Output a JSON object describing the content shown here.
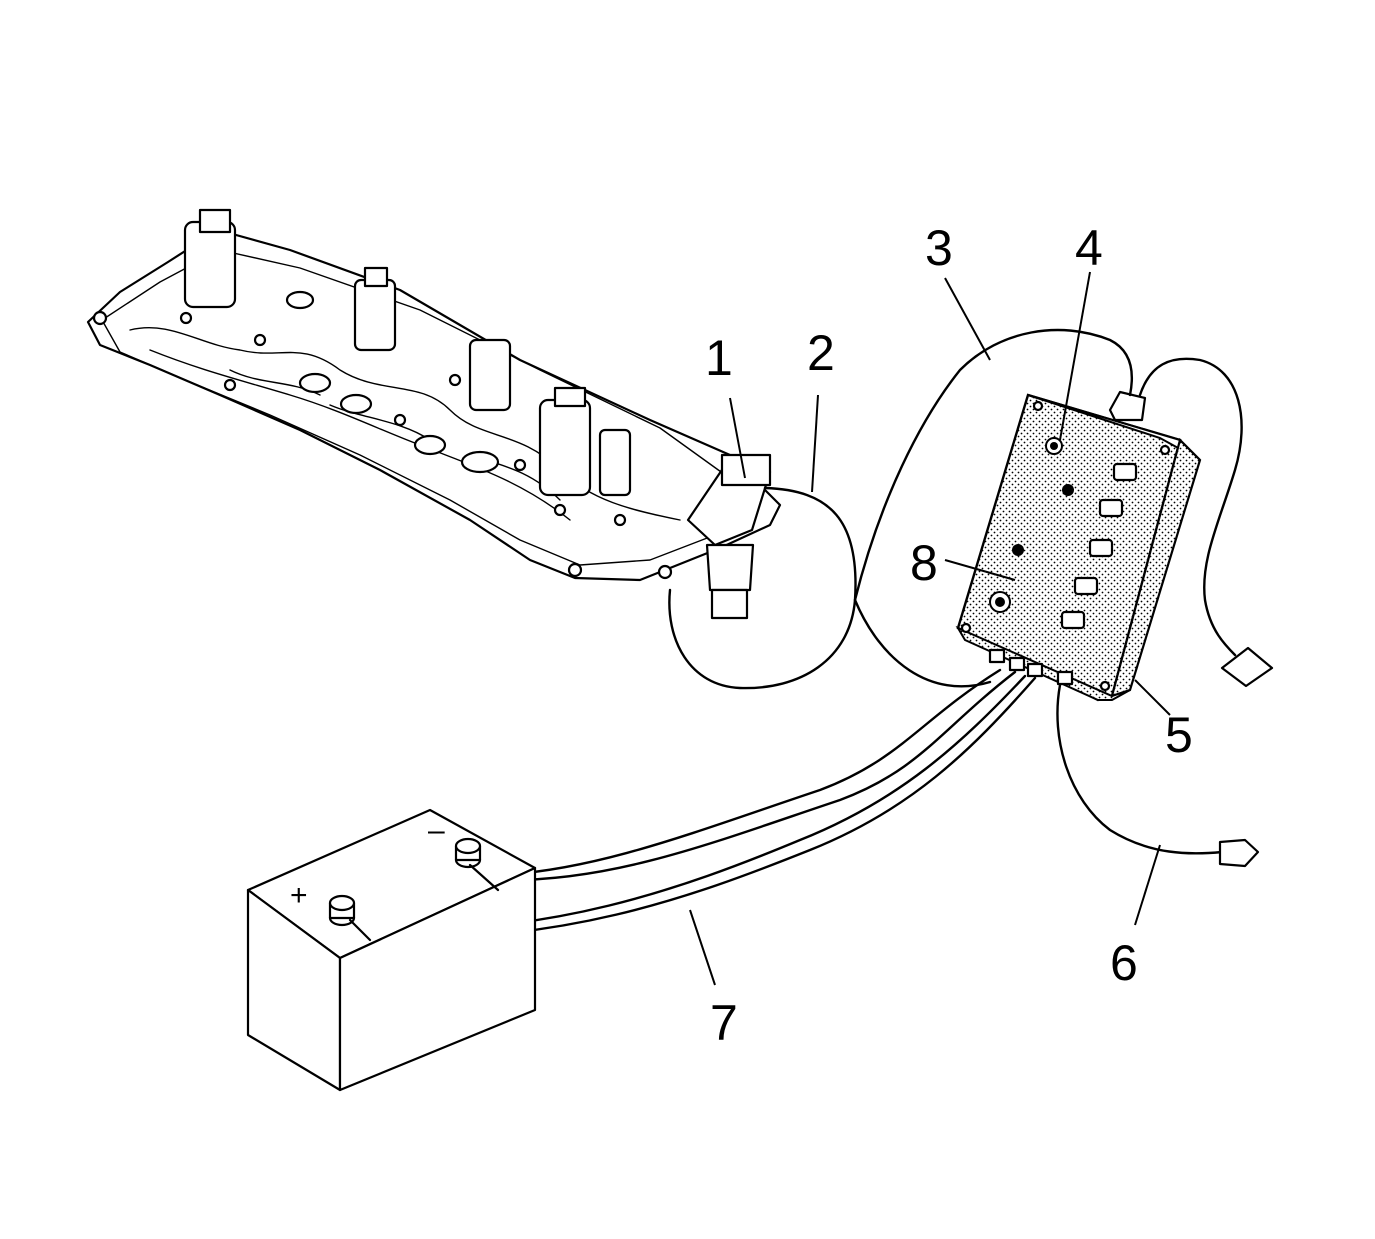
{
  "callouts": [
    "1",
    "2",
    "3",
    "4",
    "5",
    "6",
    "7",
    "8"
  ],
  "battery": {
    "negative_sign": "–",
    "positive_sign": "+"
  }
}
